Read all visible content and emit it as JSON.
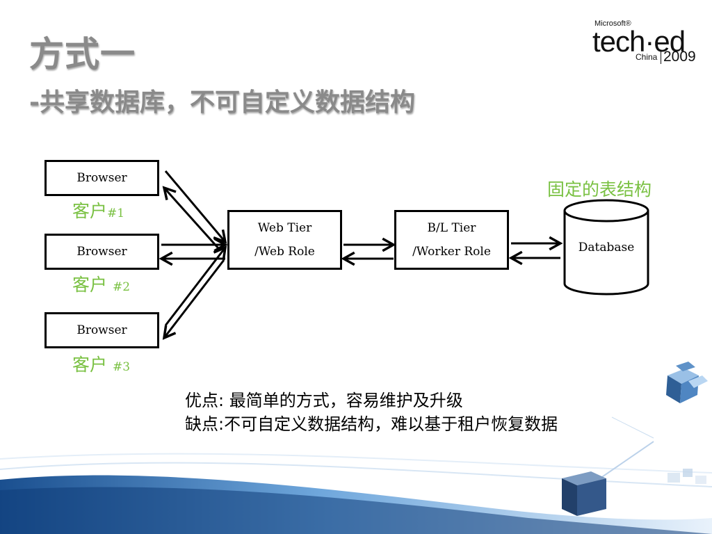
{
  "slide": {
    "title": "方式一",
    "subtitle": "-共享数据库，不可自定义数据结构"
  },
  "logo": {
    "brand": "Microsoft®",
    "product": "tech·ed",
    "region": "China",
    "year": "2009"
  },
  "diagram": {
    "browsers": [
      {
        "label": "Browser",
        "client_label": "客户",
        "client_num": "#1"
      },
      {
        "label": "Browser",
        "client_label": "客户",
        "client_num": "#2"
      },
      {
        "label": "Browser",
        "client_label": "客户",
        "client_num": "#3"
      }
    ],
    "web_tier": {
      "line1": "Web Tier",
      "line2": "/Web Role"
    },
    "bl_tier": {
      "line1": "B/L Tier",
      "line2": "/Worker Role"
    },
    "database": {
      "label": "Database",
      "caption": "固定的表结构"
    }
  },
  "notes": {
    "pros": "优点: 最简单的方式，容易维护及升级",
    "cons": "缺点:不可自定义数据结构，难以基于租户恢复数据"
  },
  "colors": {
    "accent_green": "#7ac143",
    "title_gray": "#8a8a8a"
  }
}
